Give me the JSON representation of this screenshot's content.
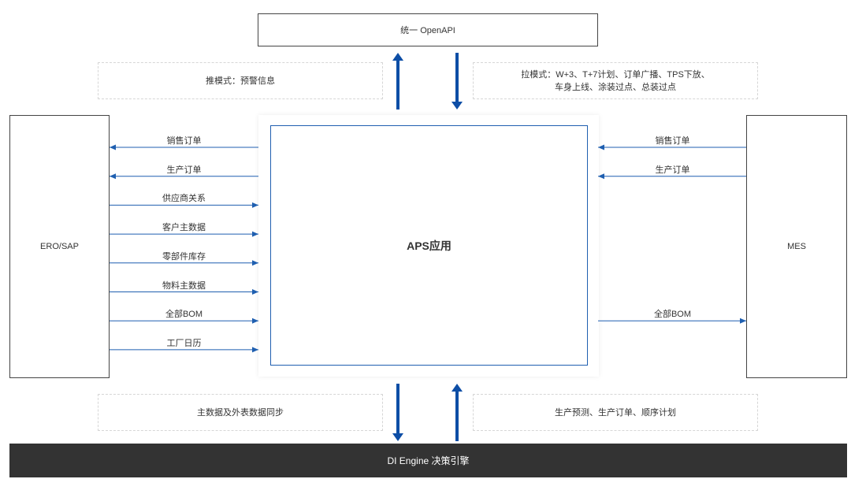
{
  "top_box": "统一 OpenAPI",
  "push_note": "推模式：预警信息",
  "pull_note": [
    "拉模式：W+3、T+7计划、订单广播、TPS下放、",
    "车身上线、涂装过点、总装过点"
  ],
  "left_system": "ERO/SAP",
  "center_app": "APS应用",
  "right_system": "MES",
  "left_flows": [
    {
      "label": "销售订单",
      "direction": "to-left"
    },
    {
      "label": "生产订单",
      "direction": "to-left"
    },
    {
      "label": "供应商关系",
      "direction": "to-right"
    },
    {
      "label": "客户主数据",
      "direction": "to-right"
    },
    {
      "label": "零部件库存",
      "direction": "to-right"
    },
    {
      "label": "物料主数据",
      "direction": "to-right"
    },
    {
      "label": "全部BOM",
      "direction": "to-right"
    },
    {
      "label": "工厂日历",
      "direction": "to-right"
    }
  ],
  "right_flows": [
    {
      "label": "销售订单",
      "direction": "to-left",
      "row": 0
    },
    {
      "label": "生产订单",
      "direction": "to-left",
      "row": 1
    },
    {
      "label": "全部BOM",
      "direction": "to-right",
      "row": 6
    }
  ],
  "bottom_left_note": "主数据及外表数据同步",
  "bottom_right_note": "生产预测、生产订单、顺序计划",
  "engine_bar": "DI Engine 决策引擎",
  "colors": {
    "arrow": "#1f5fb0",
    "thick_arrow": "#0d4ea6",
    "bar": "#333333"
  }
}
